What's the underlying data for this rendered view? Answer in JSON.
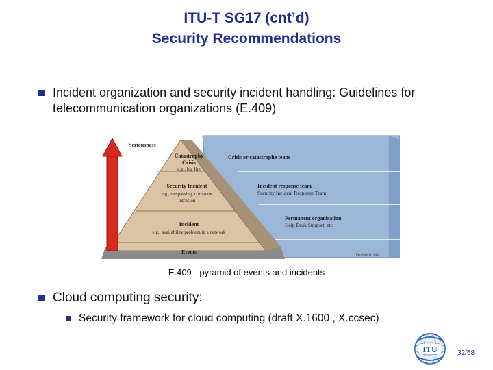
{
  "slide": {
    "title_line1": "ITU-T SG17 (cnt’d)",
    "title_line2": "Security Recommendations",
    "bullet1": "Incident organization and security incident handling: Guidelines for telecommunication organizations (E.409)",
    "caption": "E.409 - pyramid of events and incidents",
    "bullet2": "Cloud computing security:",
    "sub_bullet": "Security framework for cloud computing (draft X.1600 , X.ccsec)",
    "page_number": "32/58"
  },
  "figure": {
    "axis_label": "Seriousness",
    "pyramid": {
      "top_title": "Catastrophy",
      "top_sub": "Crisis",
      "top_example": "e.g., big fire",
      "mid_title": "Security Incident",
      "mid_line1": "e.g., trespassing, computer",
      "mid_line2": "intrusion",
      "low_title": "Incident",
      "low_example": "e.g., availability problem in a network",
      "base": "Events"
    },
    "teams": {
      "team1_title": "Crisis or catastrophe team",
      "team2_title": "Incident response team",
      "team2_sub": "Security Incident Response Team",
      "team3_title": "Permanent organisation",
      "team3_sub": "Help Desk Support, etc"
    },
    "figure_id": "FecNer(c)1_F42"
  },
  "logo": {
    "text": "ITU"
  },
  "colors": {
    "title_blue": "#1f2f8f",
    "arrow_red": "#d62a1e",
    "pyramid_tan": "#dcc3a6",
    "panel_blue": "#9cb6d8"
  }
}
